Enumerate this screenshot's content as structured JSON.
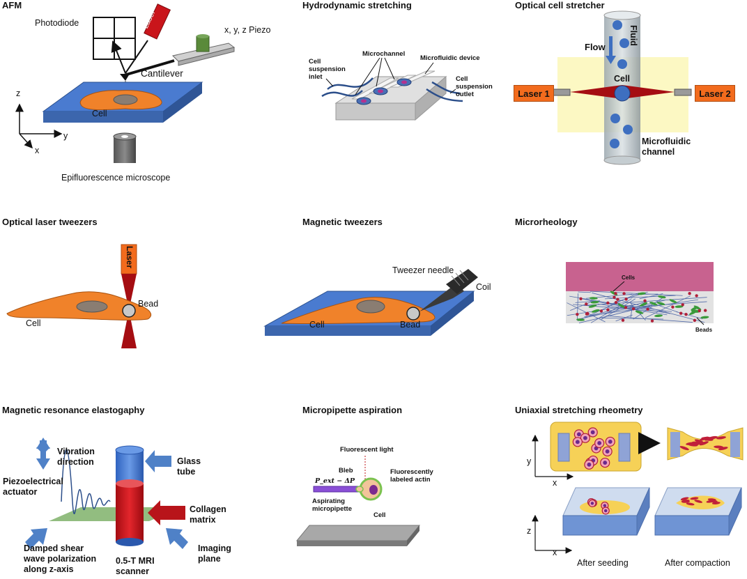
{
  "panels": {
    "afm": {
      "title": "AFM",
      "photodiode": "Photodiode",
      "laser": "Laser",
      "piezo": "x, y, z Piezo",
      "cantilever": "Cantilever",
      "cell": "Cell",
      "axis_z": "z",
      "axis_y": "y",
      "axis_x": "x",
      "microscope": "Epifluorescence microscope"
    },
    "hydro": {
      "title": "Hydrodynamic stretching",
      "microchannel": "Microchannel",
      "device": "Microfluidic device",
      "inlet_1": "Cell",
      "inlet_2": "suspension",
      "inlet_3": "inlet",
      "outlet_1": "Cell",
      "outlet_2": "suspension",
      "outlet_3": "outlet"
    },
    "optical_stretcher": {
      "title": "Optical cell stretcher",
      "fluid": "Fluid",
      "flow": "Flow",
      "cell": "Cell",
      "laser1": "Laser 1",
      "laser2": "Laser 2",
      "channel_1": "Microfluidic",
      "channel_2": "channel"
    },
    "optical_tweezers": {
      "title": "Optical laser tweezers",
      "laser": "Laser",
      "bead": "Bead",
      "cell": "Cell"
    },
    "magnetic_tweezers": {
      "title": "Magnetic tweezers",
      "needle": "Tweezer needle",
      "coil": "Coil",
      "cell": "Cell",
      "bead": "Bead"
    },
    "microrheology": {
      "title": "Microrheology",
      "cells": "Cells",
      "beads": "Beads"
    },
    "mre": {
      "title": "Magnetic resonance elastogaphy",
      "vibration_1": "Vibration",
      "vibration_2": "direction",
      "piezo_1": "Piezoelectrical",
      "piezo_2": "actuator",
      "glass_1": "Glass",
      "glass_2": "tube",
      "collagen_1": "Collagen",
      "collagen_2": "matrix",
      "imaging_1": "Imaging",
      "imaging_2": "plane",
      "damped_1": "Damped shear",
      "damped_2": "wave polarization",
      "damped_3": "along z-axis",
      "mri_1": "0.5-T MRI",
      "mri_2": "scanner"
    },
    "micropipette": {
      "title": "Micropipette aspiration",
      "light": "Fluorescent light",
      "bleb": "Bleb",
      "pressure": "P_ext − ΔP",
      "actin_1": "Fluorescently",
      "actin_2": "labeled actin",
      "aspirating_1": "Aspirating",
      "aspirating_2": "micropipette",
      "cell": "Cell"
    },
    "uniaxial": {
      "title": "Uniaxial stretching rheometry",
      "axis_y": "y",
      "axis_x1": "x",
      "axis_z": "z",
      "axis_x2": "x",
      "after_seeding": "After seeding",
      "after_compaction": "After compaction"
    }
  },
  "colors": {
    "substrate_blue": "#4a7bd0",
    "cell_orange": "#f0822a",
    "nucleus_gray": "#8a7d72",
    "laser_red": "#b8141a",
    "laser_orange": "#f26b1d",
    "flow_yellow": "#fbf7b8",
    "arrow_blue": "#4f81c7"
  }
}
